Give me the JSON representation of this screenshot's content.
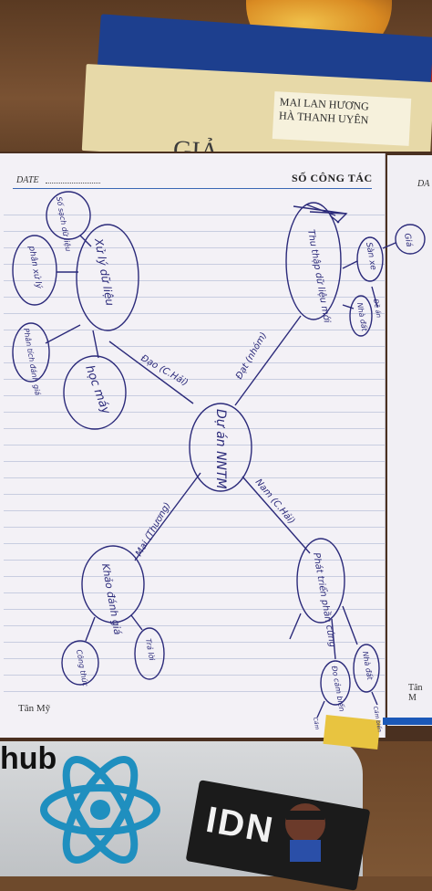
{
  "photo_subject": "handwritten mind map in a ruled notebook",
  "book": {
    "authors": [
      "MAI LAN HƯƠNG",
      "HÀ THANH UYÊN"
    ],
    "title_fragment": "GIẢ"
  },
  "stickers": {
    "github_fragment": "hub",
    "dark_sticker_fragment": "IDN"
  },
  "notebook": {
    "date_label": "DATE",
    "header_title": "SỐ CÔNG TÁC",
    "right_page_date_fragment": "DA",
    "footer_left": "Tân Mỹ",
    "footer_right_fragment": "Tân M"
  },
  "mindmap": {
    "center": "Dự án NNTM",
    "branches": [
      {
        "edge_label": "Đạo (C.Hải)",
        "node": "Xử lý dữ liệu",
        "children": [
          "Số sạch dữ liệu",
          "phân xử lý",
          "Phân tích đánh giá",
          "học máy"
        ]
      },
      {
        "edge_label": "Đạt (nhóm)",
        "node": "Thu thập dữ liệu mới",
        "children": [
          "Sàn xe",
          "Nhà đất",
          "Giá",
          "Đề án"
        ]
      },
      {
        "edge_label": "Nam (C.Hải)",
        "node": "Phát triển phần cứng",
        "children": [
          "Nhà đất",
          "Đo cảm biến",
          "Cảm biến",
          "Cảm"
        ]
      },
      {
        "edge_label": "Mai (Thương)",
        "node": "Khảo đánh giá",
        "children": [
          "Công thức",
          "Trả lời"
        ]
      }
    ]
  },
  "colors": {
    "ink": "#2b2a7a",
    "paper": "#f3f1f6",
    "rule": "#c8cde0",
    "header_rule": "#3a67b5"
  }
}
